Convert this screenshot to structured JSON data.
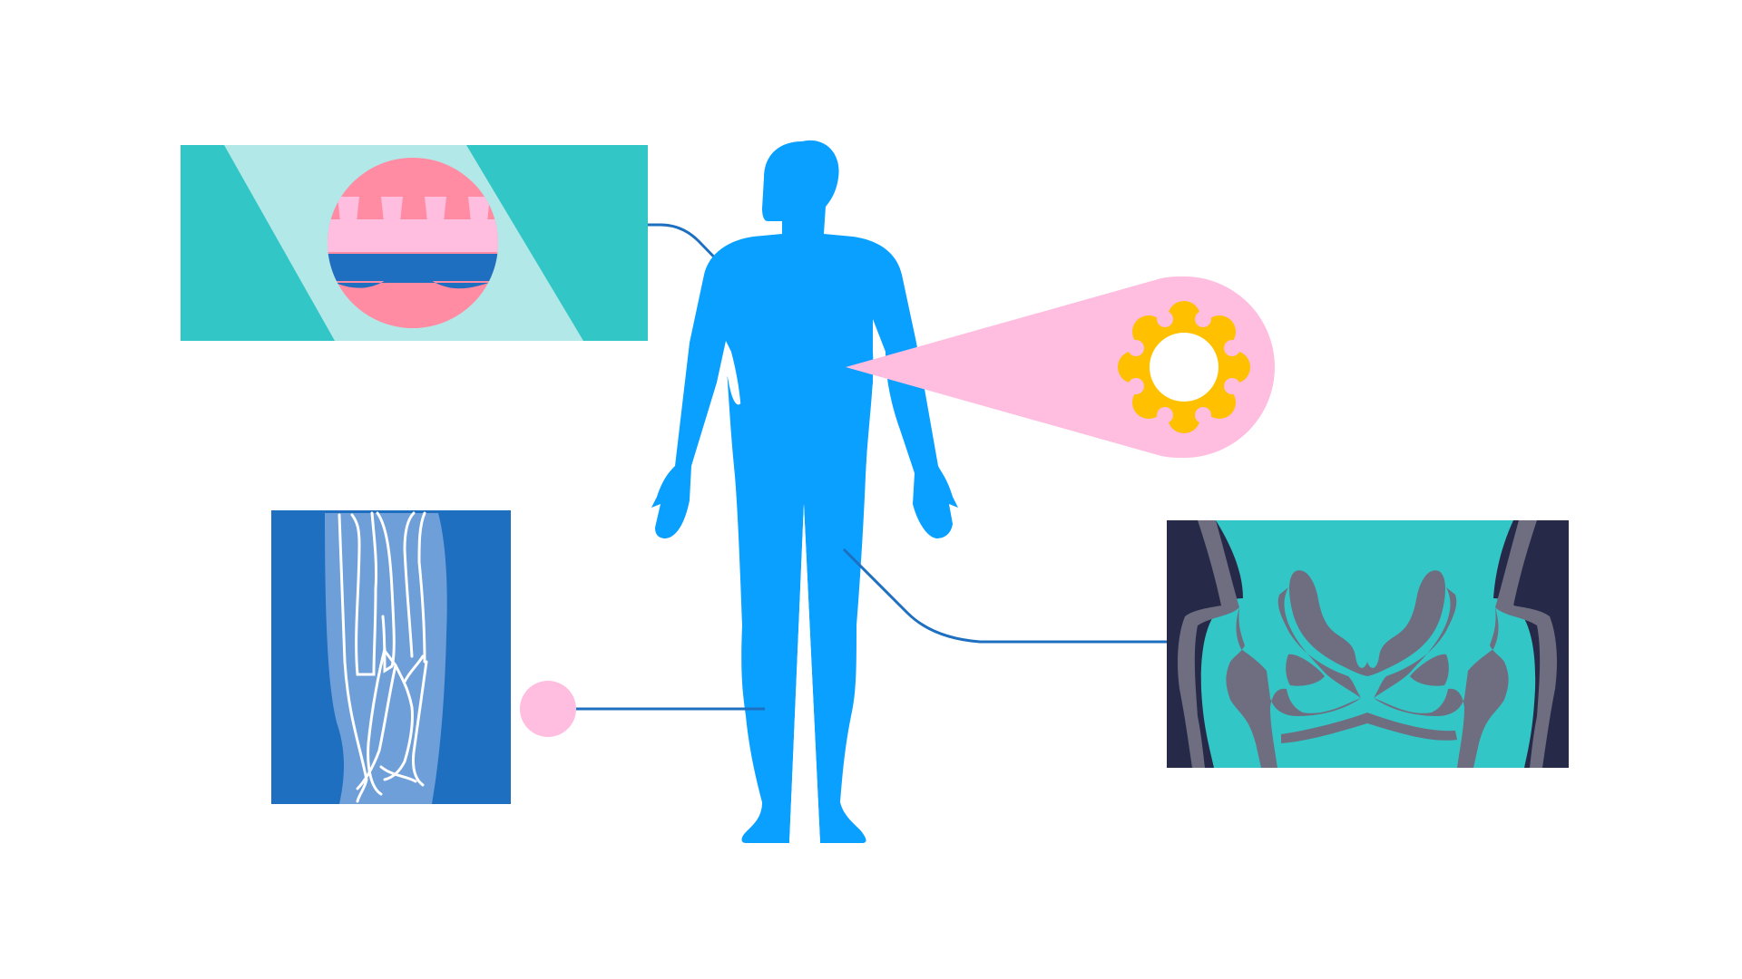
{
  "colors": {
    "background": "#ffffff",
    "body": "#0aa0ff",
    "connector": "#1e6fc0",
    "teal": "#33c6c6",
    "pale_teal": "#b2e8e8",
    "pink": "#ff8ca3",
    "light_pink": "#ffbde0",
    "dark_blue": "#1f6fc1",
    "mid_blue": "#6f9fd8",
    "yellow": "#ffc000",
    "navy": "#262a48",
    "bone_gray": "#6e6e80"
  },
  "panels": [
    {
      "id": "tissue-panel",
      "icon": "intestinal-lining-icon"
    },
    {
      "id": "cell-callout",
      "icon": "cell-icon"
    },
    {
      "id": "bone-xray-panel",
      "icon": "forearm-xray-icon"
    },
    {
      "id": "pelvis-panel",
      "icon": "pelvis-xray-icon"
    },
    {
      "id": "leg-marker",
      "icon": "pink-dot-icon"
    }
  ]
}
